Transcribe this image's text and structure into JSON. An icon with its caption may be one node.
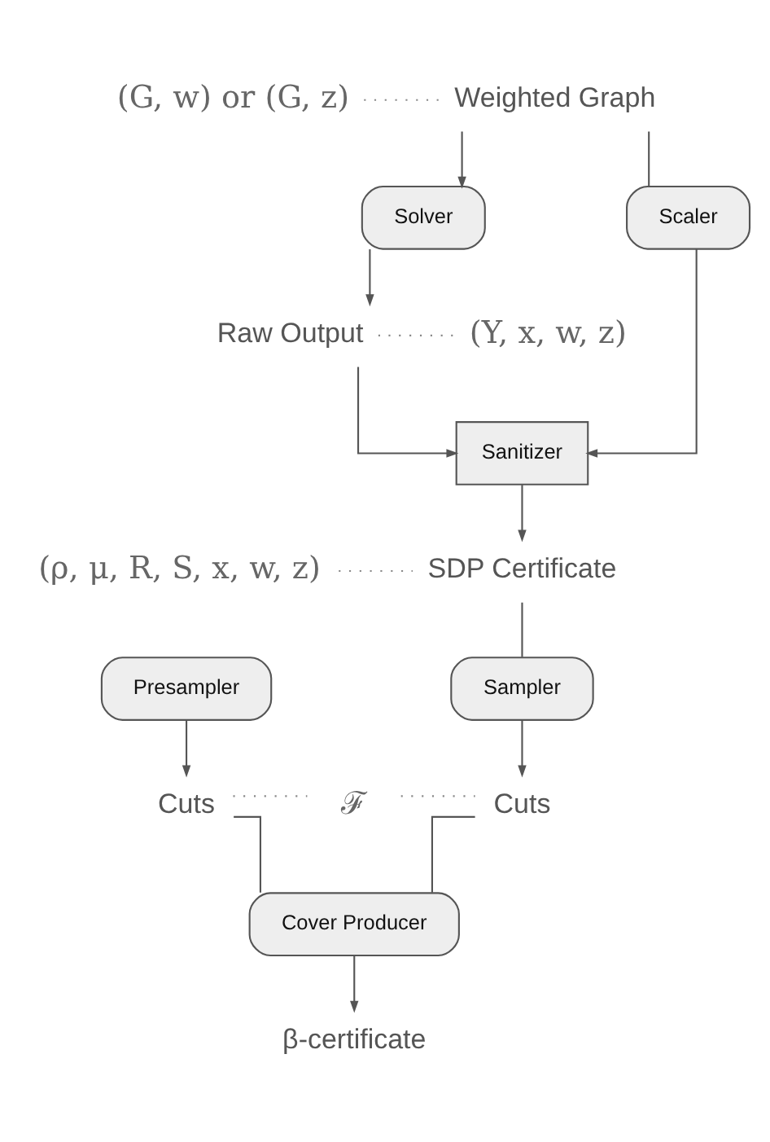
{
  "diagram": {
    "nodes": [
      {
        "text": [
          "(G, w) or (G, z)"
        ]
      },
      {
        "text": [
          "Weighted Graph"
        ]
      },
      {
        "text": [
          "Solver"
        ]
      },
      {
        "text": [
          "Scaler"
        ]
      },
      {
        "text": [
          "Raw Output"
        ]
      },
      {
        "text": [
          "(Y, x, w, z)"
        ]
      },
      {
        "text": [
          "Sanitizer"
        ]
      },
      {
        "text": [
          "SDP Certificate"
        ]
      },
      {
        "text": [
          "(ρ, μ, R, S, x, w, z)"
        ]
      },
      {
        "text": [
          "Presampler"
        ]
      },
      {
        "text": [
          "Sampler"
        ]
      },
      {
        "text": [
          "Cuts"
        ]
      },
      {
        "text": [
          "ℱ"
        ]
      },
      {
        "text": [
          "Cuts"
        ]
      },
      {
        "text": [
          "Cover Producer"
        ]
      },
      {
        "text": [
          "β-certificate"
        ]
      }
    ],
    "edges": [
      {
        "from": 0,
        "to": 1,
        "arrow": "none",
        "style": "dashed"
      },
      {
        "from": 1,
        "to": 2,
        "arrow": "to"
      },
      {
        "from": 1,
        "to": 3,
        "arrow": "none"
      },
      {
        "from": 2,
        "to": 4,
        "arrow": "to"
      },
      {
        "from": 5,
        "to": 4,
        "arrow": "none",
        "style": "dashed"
      },
      {
        "from": 4,
        "to": 6,
        "arrow": "to"
      },
      {
        "from": 3,
        "to": 6,
        "arrow": "to"
      },
      {
        "from": 6,
        "to": 7,
        "arrow": "to"
      },
      {
        "from": 8,
        "to": 7,
        "arrow": "none",
        "style": "dashed"
      },
      {
        "from": 7,
        "to": 10,
        "arrow": "none"
      },
      {
        "from": 9,
        "to": 11,
        "arrow": "to"
      },
      {
        "from": 10,
        "to": 13,
        "arrow": "to"
      },
      {
        "from": 11,
        "to": 12,
        "arrow": "none",
        "style": "dashed"
      },
      {
        "from": 12,
        "to": 13,
        "arrow": "none",
        "style": "dashed"
      },
      {
        "from": 11,
        "to": 14,
        "arrow": "none"
      },
      {
        "from": 13,
        "to": 14,
        "arrow": "none"
      },
      {
        "from": 14,
        "to": 15,
        "arrow": "to"
      }
    ]
  }
}
